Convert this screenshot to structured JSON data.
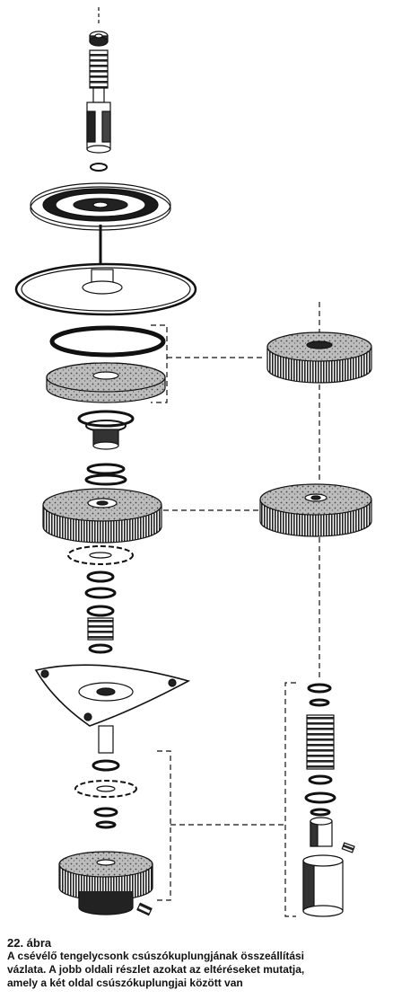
{
  "figure": {
    "number_label": "22. ábra",
    "caption_lines": [
      "A csévélő tengelycsonk csúszókuplungjának összeállítási",
      "vázlata. A jobb oldali részlet azokat az eltéréseket mutatja,",
      "amely a két oldal csúszókuplungjai között van"
    ]
  },
  "colors": {
    "ink": "#111111",
    "paper": "#ffffff",
    "felt": "#8a8a8a",
    "knurl": "#2a2a2a"
  }
}
